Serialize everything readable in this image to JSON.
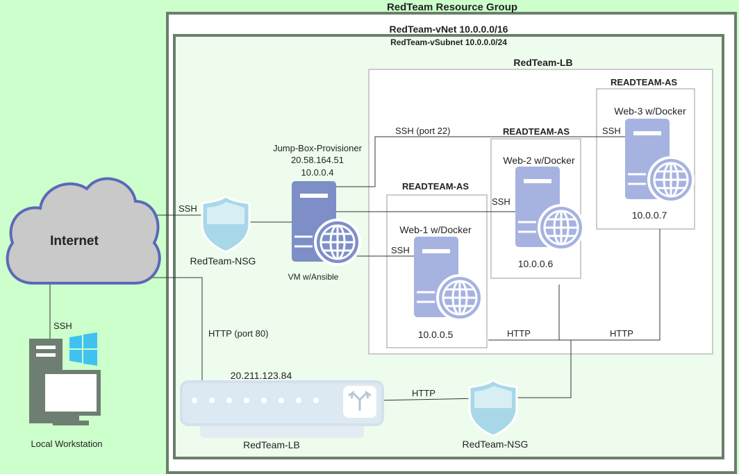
{
  "resource_group": {
    "title": "RedTeam Resource Group"
  },
  "vnet": {
    "title": "RedTeam-vNet  10.0.0.0/16",
    "subnet": "RedTeam-vSubnet 10.0.0.0/24"
  },
  "lb_group": {
    "title": "RedTeam-LB"
  },
  "internet": {
    "label": "Internet"
  },
  "workstation": {
    "label": "Local Workstation"
  },
  "nsg_top": {
    "label": "RedTeam-NSG"
  },
  "nsg_bottom": {
    "label": "RedTeam-NSG"
  },
  "jumpbox": {
    "name": "Jump-Box-Provisioner",
    "public_ip": "20.58.164.51",
    "private_ip": "10.0.0.4",
    "caption": "VM w/Ansible"
  },
  "web1": {
    "as_label": "READTEAM-AS",
    "name": "Web-1 w/Docker",
    "ip": "10.0.0.5"
  },
  "web2": {
    "as_label": "READTEAM-AS",
    "name": "Web-2 w/Docker",
    "ip": "10.0.0.6"
  },
  "web3": {
    "as_label": "READTEAM-AS",
    "name": "Web-3 w/Docker",
    "ip": "10.0.0.7"
  },
  "load_balancer": {
    "ip": "20.211.123.84",
    "label": "RedTeam-LB"
  },
  "connections": {
    "ssh_internet": "SSH",
    "ssh_workstation": "SSH",
    "ssh_port22": "SSH (port 22)",
    "ssh_web1": "SSH",
    "ssh_web2": "SSH",
    "ssh_web3": "SSH",
    "http_port80": "HTTP (port 80)",
    "http_web1": "HTTP",
    "http_web3": "HTTP",
    "http_nsg": "HTTP"
  },
  "colors": {
    "background": "#ccffcc",
    "container_border": "#6b7e6b",
    "server_dark": "#7d8fc6",
    "server_light": "#a6b3e0",
    "cloud_fill": "#c9c9c9",
    "cloud_stroke": "#5b69b7",
    "shield": "#a8d8e8",
    "workstation": "#6e7e72",
    "windows": "#3fc3ee"
  }
}
